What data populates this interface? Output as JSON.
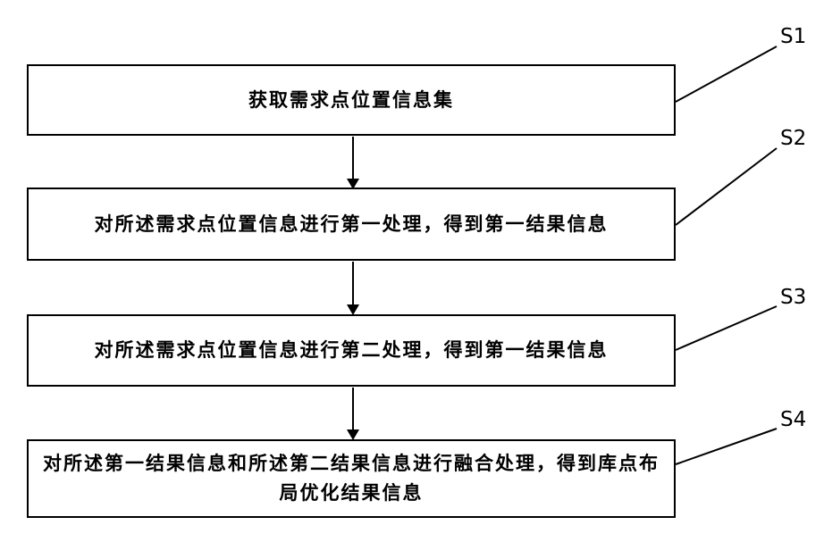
{
  "figure": {
    "type": "flowchart",
    "steps": [
      {
        "label": "S1",
        "text": "获取需求点位置信息集"
      },
      {
        "label": "S2",
        "text": "对所述需求点位置信息进行第一处理，得到第一结果信息"
      },
      {
        "label": "S3",
        "text": "对所述需求点位置信息进行第二处理，得到第一结果信息"
      },
      {
        "label": "S4",
        "text": "对所述第一结果信息和所述第二结果信息进行融合处理，得到库点布局优化结果信息"
      }
    ],
    "colors": {
      "line": "#000000",
      "border": "#000000",
      "text": "#000000",
      "background": "#ffffff"
    }
  }
}
